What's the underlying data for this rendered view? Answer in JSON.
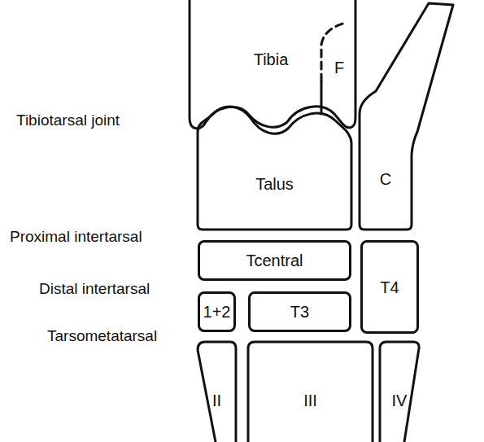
{
  "diagram": {
    "nodes": [
      {
        "text": [
          "Tibia"
        ]
      },
      {
        "text": [
          "F"
        ]
      },
      {
        "text": [
          "Talus"
        ]
      },
      {
        "text": [
          "C"
        ]
      },
      {
        "text": [
          "Tcentral"
        ]
      },
      {
        "text": [
          "T4"
        ]
      },
      {
        "text": [
          "1+2"
        ]
      },
      {
        "text": [
          "T3"
        ]
      },
      {
        "text": [
          "II"
        ]
      },
      {
        "text": [
          "III"
        ]
      },
      {
        "text": [
          "IV"
        ]
      }
    ],
    "labels": [
      "Tibiotarsal joint",
      "Proximal intertarsal",
      "Distal intertarsal",
      "Tarsometatarsal"
    ]
  }
}
